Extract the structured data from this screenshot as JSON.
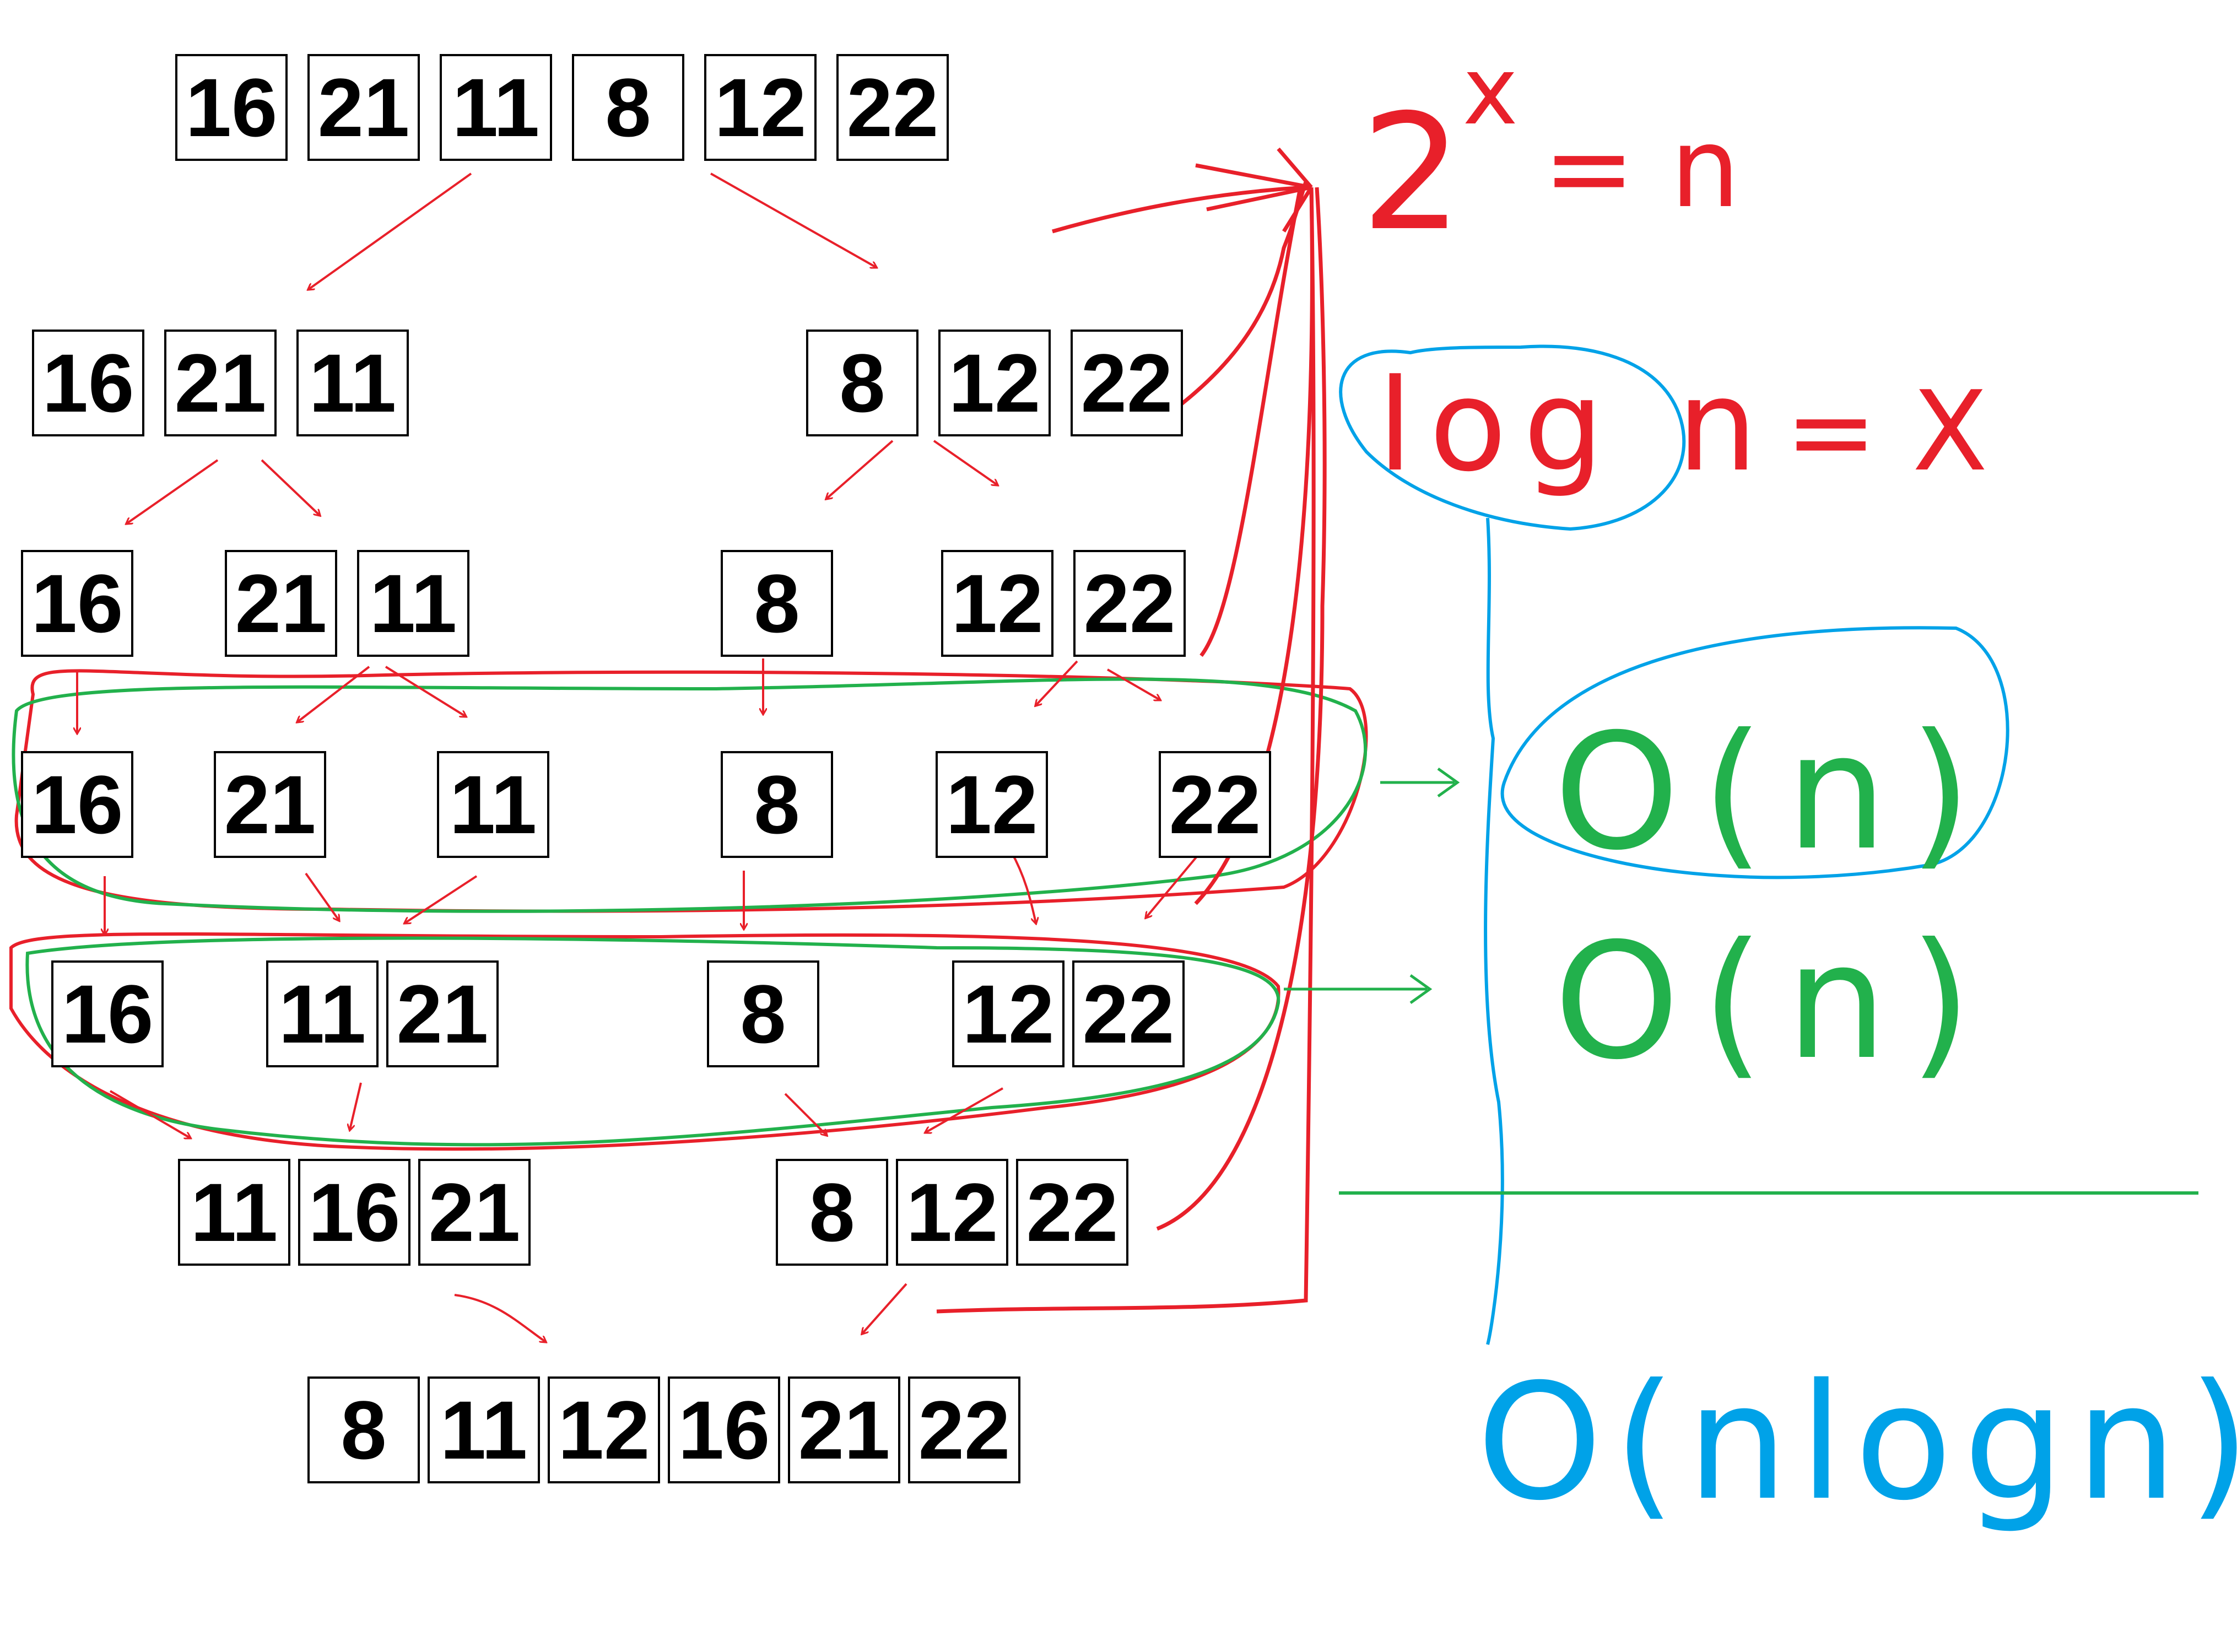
{
  "colors": {
    "ink": "#000000",
    "red": "#e8202a",
    "green": "#22b14c",
    "blue": "#00a2e8",
    "background": "#ffffff"
  },
  "rows": [
    {
      "groups": [
        [
          "16",
          "21",
          "11",
          "8",
          "12",
          "22"
        ]
      ]
    },
    {
      "groups": [
        [
          "16",
          "21",
          "11"
        ],
        [
          "8",
          "12",
          "22"
        ]
      ]
    },
    {
      "groups": [
        [
          "16"
        ],
        [
          "21",
          "11"
        ],
        [
          "8"
        ],
        [
          "12",
          "22"
        ]
      ]
    },
    {
      "groups": [
        [
          "16"
        ],
        [
          "21"
        ],
        [
          "11"
        ],
        [
          "8"
        ],
        [
          "12"
        ],
        [
          "22"
        ]
      ]
    },
    {
      "groups": [
        [
          "16"
        ],
        [
          "11",
          "21"
        ],
        [
          "8"
        ],
        [
          "12",
          "22"
        ]
      ]
    },
    {
      "groups": [
        [
          "11",
          "16",
          "21"
        ],
        [
          "8",
          "12",
          "22"
        ]
      ]
    },
    {
      "groups": [
        [
          "8",
          "11",
          "12",
          "16",
          "21",
          "22"
        ]
      ]
    }
  ],
  "annotations": {
    "exponent_equation": {
      "base": "2",
      "exponent": "x",
      "rest": "= n"
    },
    "log_equation": {
      "lhs": "log n",
      "rest": "= X"
    },
    "level_cost_1": "O(n)",
    "level_cost_2": "O(n)",
    "total_cost": "O(nlogn)"
  }
}
